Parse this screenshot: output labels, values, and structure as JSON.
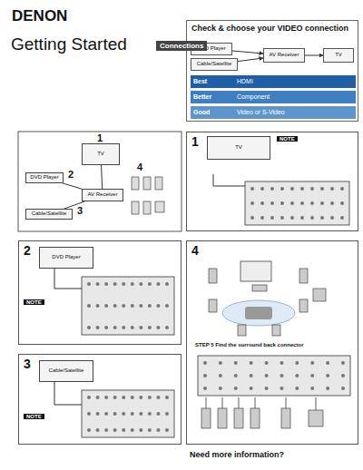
{
  "diagram": {
    "title": "Getting Started",
    "nodes": [
      {
        "text": [
          "Check & choose your VIDEO connection"
        ]
      },
      {
        "text": [
          "DVD Player"
        ],
        "in": 0
      },
      {
        "text": [
          "Cable/Satellite"
        ],
        "in": 0
      },
      {
        "text": [
          "AV Receiver"
        ],
        "in": 0
      },
      {
        "text": [
          "TV"
        ],
        "in": 0
      },
      {
        "text": [
          "Best",
          "HDMI"
        ],
        "in": 0
      },
      {
        "text": [
          "Better",
          "Component"
        ],
        "in": 0
      },
      {
        "text": [
          "Good",
          "Video or S-Video"
        ],
        "in": 0
      },
      {
        "text": [
          "TV"
        ]
      },
      {
        "text": [
          "DVD Player"
        ]
      },
      {
        "text": [
          "Cable/Satellite"
        ]
      },
      {
        "text": [
          "AV Receiver"
        ]
      },
      {
        "text": [
          "1"
        ]
      },
      {
        "text": [
          "TV"
        ],
        "in": 12
      },
      {
        "text": [
          "2"
        ]
      },
      {
        "text": [
          "DVD Player"
        ],
        "in": 14
      },
      {
        "text": [
          "3"
        ]
      },
      {
        "text": [
          "Cable/Satellite"
        ],
        "in": 16
      },
      {
        "text": [
          "4"
        ]
      }
    ],
    "edges": [
      {
        "from": 1,
        "to": 3,
        "arrow": "to"
      },
      {
        "from": 2,
        "to": 3,
        "arrow": "to"
      },
      {
        "from": 3,
        "to": 4,
        "arrow": "to"
      },
      {
        "from": 9,
        "to": 11,
        "arrow": "none"
      },
      {
        "from": 10,
        "to": 11,
        "arrow": "none"
      },
      {
        "from": 11,
        "to": 8,
        "arrow": "none"
      }
    ],
    "labels": [
      "DENON",
      "Connections",
      "1",
      "2",
      "3",
      "4",
      "NOTE",
      "NOTE",
      "NOTE",
      "STEP 5 Find the surround back connector",
      "Need more information?"
    ]
  }
}
